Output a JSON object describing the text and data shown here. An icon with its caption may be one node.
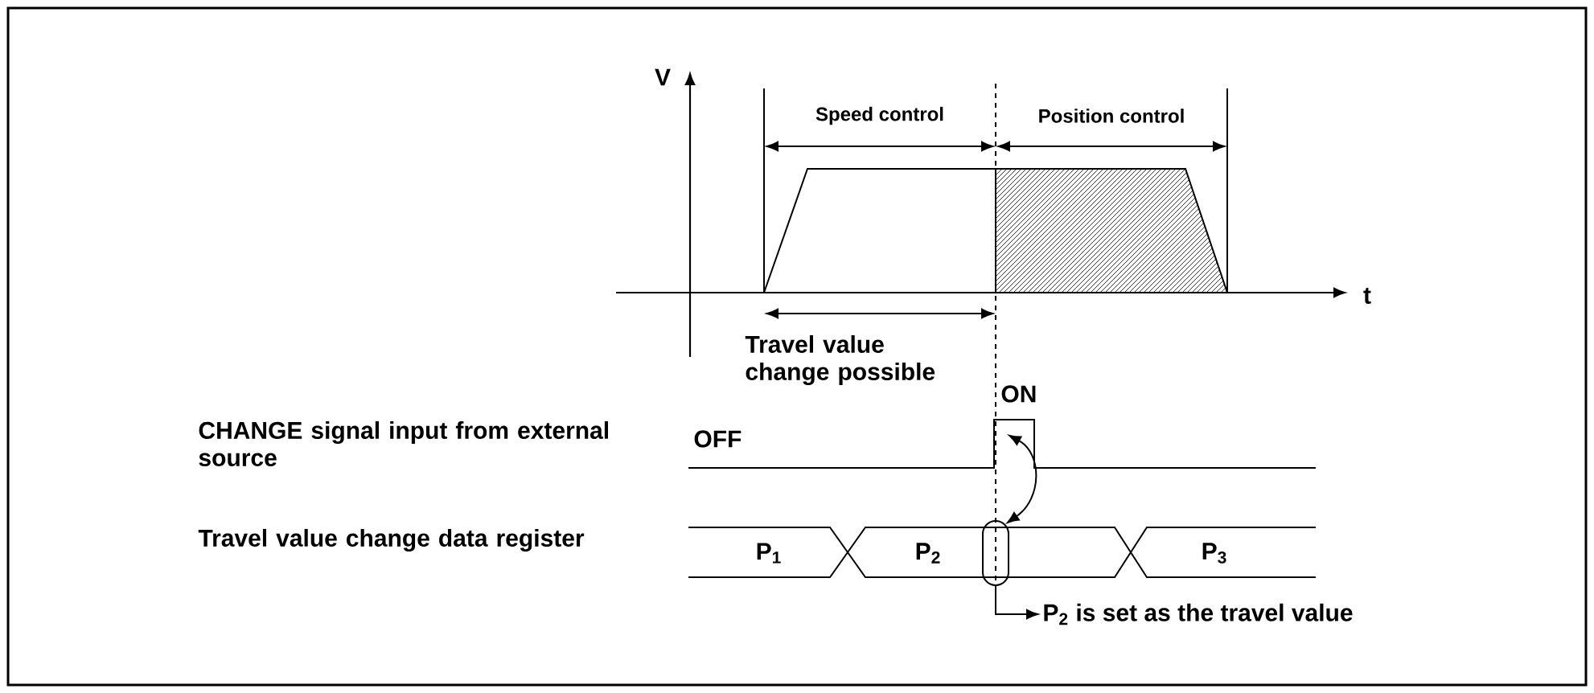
{
  "diagram": {
    "nodes": [
      {
        "text": [],
        "shape": "oval"
      },
      {
        "text": [
          "P$_{2}$ is set as the travel value"
        ]
      }
    ],
    "edges": [
      {
        "from": 0,
        "to": 1,
        "arrow": "to"
      },
      {
        "from": null,
        "to": 0,
        "arrow": "both"
      }
    ],
    "labels": [
      "V",
      "Speed control",
      "Position control",
      "t",
      "Travel value change possible",
      "ON",
      "CHANGE signal input from external source",
      "OFF",
      "Travel value change data register",
      "P$_{1}$",
      "P$_{2}$",
      "P$_{3}$"
    ]
  }
}
